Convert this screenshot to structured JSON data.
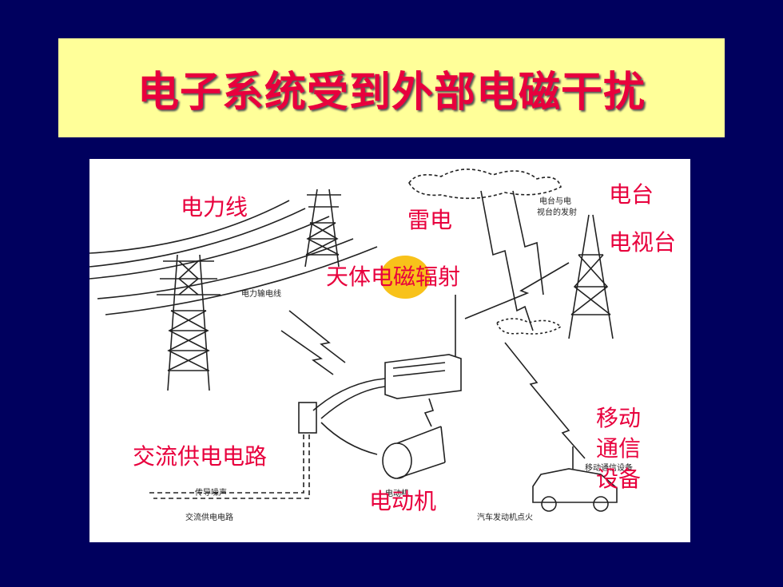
{
  "title": "电子系统受到外部电磁干扰",
  "labels": {
    "power_line": "电力线",
    "thunder": "雷电",
    "cosmic": "天体电磁辐射",
    "radio": "电台",
    "tv": "电视台",
    "mobile_l1": "移动",
    "mobile_l2": "通信",
    "mobile_l3": "设备",
    "ac_circuit": "交流供电电路",
    "motor": "电动机"
  },
  "figure_captions": {
    "transmission_line": "电力输电线",
    "broadcast_tower_1": "电台与电",
    "broadcast_tower_2": "视台的发射",
    "mobile_device": "移动通信设备",
    "conducted_noise": "传导噪声",
    "ac_supply": "交流供电电路",
    "motor": "电动机",
    "car_ignition": "汽车发动机点火"
  },
  "colors": {
    "background": "#00005e",
    "title_box": "#ffff99",
    "accent_red": "#e8003d",
    "highlight": "#f8c21a"
  }
}
